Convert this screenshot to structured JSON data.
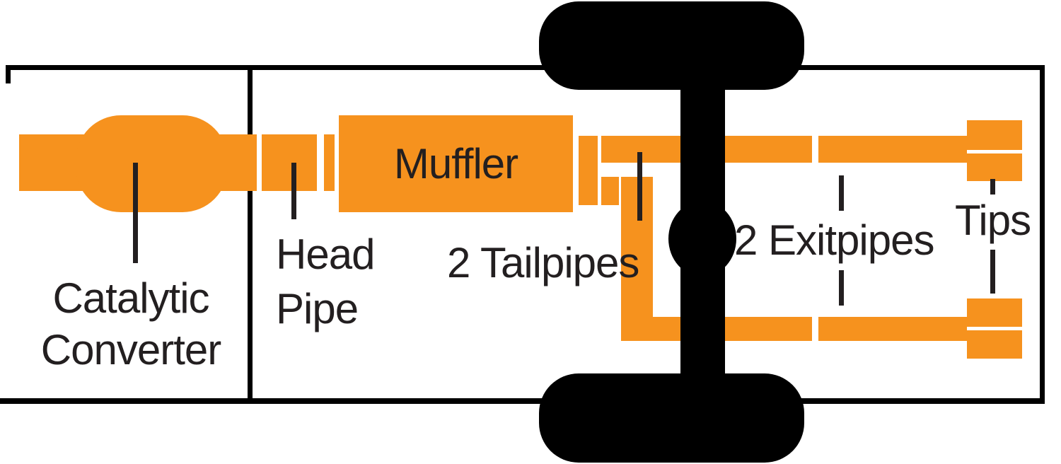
{
  "diagram": {
    "type": "exhaust-system-schematic",
    "description": "Top view diagram of a truck dual exhaust system: catalytic converter, head pipe, muffler, 2 tailpipes, 2 exitpipes and tips routed around the rear axle and wheels",
    "colors": {
      "pipe_orange": "#f6921e",
      "chassis_black": "#000000",
      "label_charcoal": "#231f20",
      "background": "#ffffff"
    },
    "labels": {
      "catalytic_converter": {
        "line1": "Catalytic",
        "line2": "Converter"
      },
      "head_pipe": {
        "line1": "Head",
        "line2": "Pipe"
      },
      "muffler": "Muffler",
      "tailpipes": "2 Tailpipes",
      "exitpipes": "2 Exitpipes",
      "tips": "Tips"
    },
    "components": [
      "inlet pipe",
      "catalytic converter",
      "head pipe",
      "muffler",
      "dual tailpipes",
      "dual exitpipes",
      "dual tips",
      "rear axle with differential hub",
      "two wheels",
      "vehicle frame rails"
    ]
  }
}
